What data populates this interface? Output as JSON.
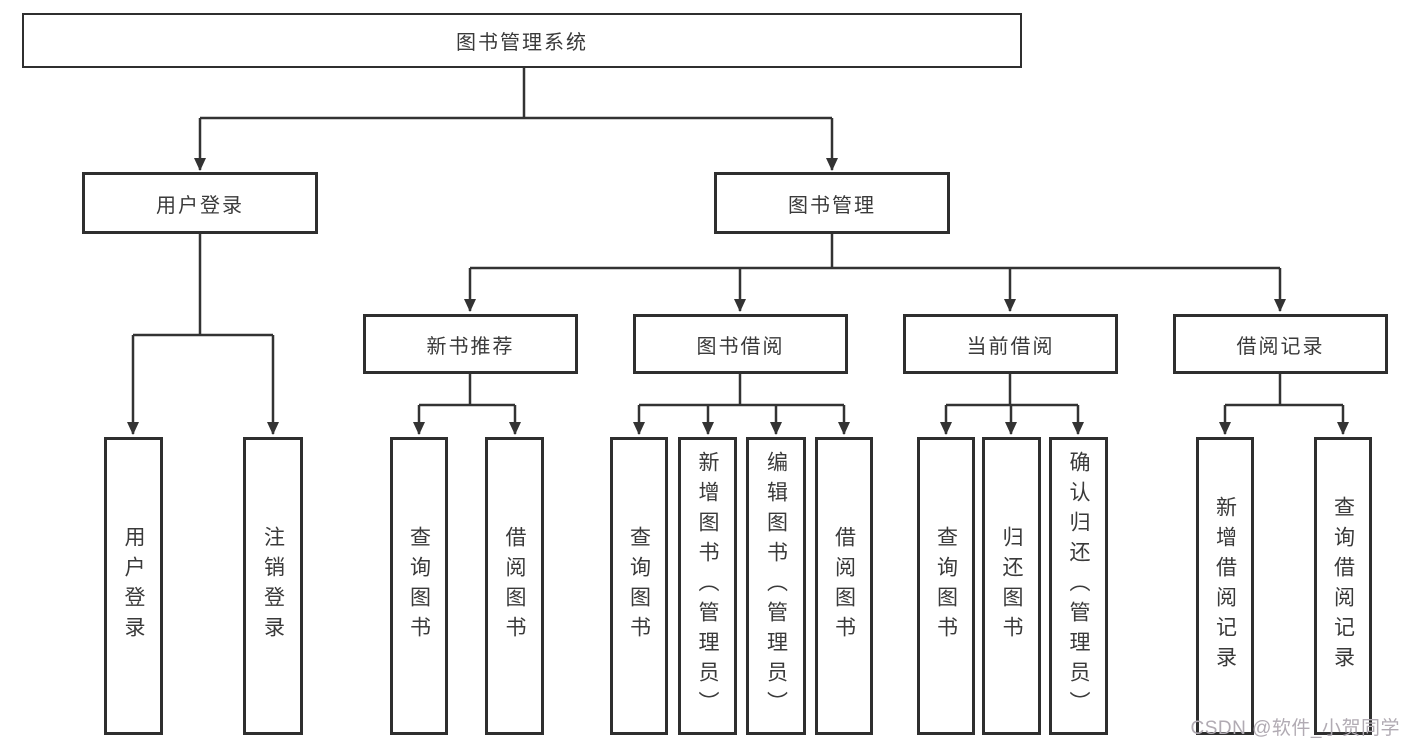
{
  "colors": {
    "line": "#333333",
    "box_border": "#2f2f2f",
    "text": "#3a3a3a",
    "background": "#ffffff",
    "watermark": "#b1abb3"
  },
  "root": {
    "label": "图书管理系统"
  },
  "modules": {
    "user_login": {
      "label": "用户登录"
    },
    "book_management": {
      "label": "图书管理"
    }
  },
  "submodules": {
    "new_book_recommend": {
      "label": "新书推荐"
    },
    "book_borrow": {
      "label": "图书借阅"
    },
    "current_borrow": {
      "label": "当前借阅"
    },
    "borrow_records": {
      "label": "借阅记录"
    }
  },
  "functions": {
    "user_login": {
      "label": "用户登录"
    },
    "logout": {
      "label": "注销登录"
    },
    "query_books_recommend": {
      "label": "查询图书"
    },
    "borrow_books_recommend": {
      "label": "借阅图书"
    },
    "query_books_borrow": {
      "label": "查询图书"
    },
    "add_books_admin": {
      "label": "新增图书（管理员）"
    },
    "edit_books_admin": {
      "label": "编辑图书（管理员）"
    },
    "borrow_books": {
      "label": "借阅图书"
    },
    "query_books_current": {
      "label": "查询图书"
    },
    "return_books": {
      "label": "归还图书"
    },
    "confirm_return_admin": {
      "label": "确认归还（管理员）"
    },
    "add_borrow_record": {
      "label": "新增借阅记录"
    },
    "query_borrow_record": {
      "label": "查询借阅记录"
    }
  },
  "watermark": {
    "text": "CSDN @软件_小贺同学"
  }
}
